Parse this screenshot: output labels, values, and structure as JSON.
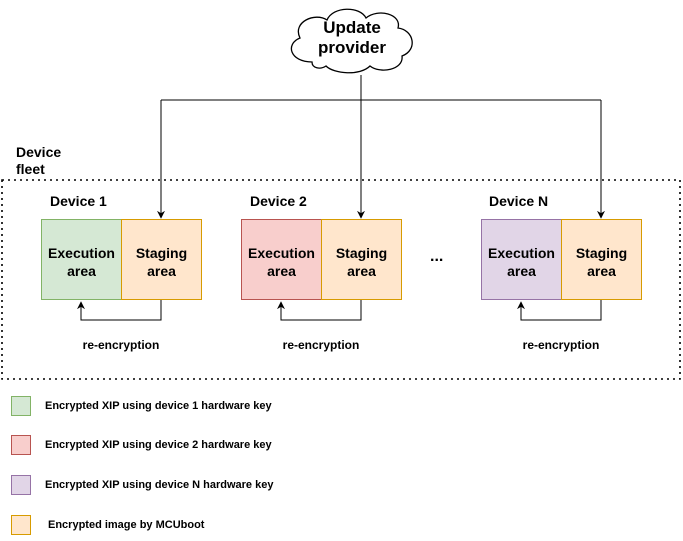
{
  "colors": {
    "green_fill": "#d5e8d4",
    "green_stroke": "#82b366",
    "red_fill": "#f8cecc",
    "red_stroke": "#b85450",
    "purple_fill": "#e1d5e7",
    "purple_stroke": "#9673a6",
    "orange_fill": "#ffe6cc",
    "orange_stroke": "#d79b00"
  },
  "provider": {
    "label": "Update provider"
  },
  "fleet": {
    "label": "Device fleet"
  },
  "devices": [
    {
      "title": "Device 1",
      "execution": "Execution area",
      "staging": "Staging area",
      "reencryption": "re-encryption"
    },
    {
      "title": "Device 2",
      "execution": "Execution area",
      "staging": "Staging area",
      "reencryption": "re-encryption"
    },
    {
      "title": "Device N",
      "execution": "Execution area",
      "staging": "Staging area",
      "reencryption": "re-encryption"
    }
  ],
  "ellipsis": "...",
  "legend": [
    {
      "label": "Encrypted XIP using device 1 hardware key"
    },
    {
      "label": "Encrypted XIP using device 2 hardware key"
    },
    {
      "label": "Encrypted XIP using device N hardware key"
    },
    {
      "label": "Encrypted image by MCUboot"
    }
  ]
}
